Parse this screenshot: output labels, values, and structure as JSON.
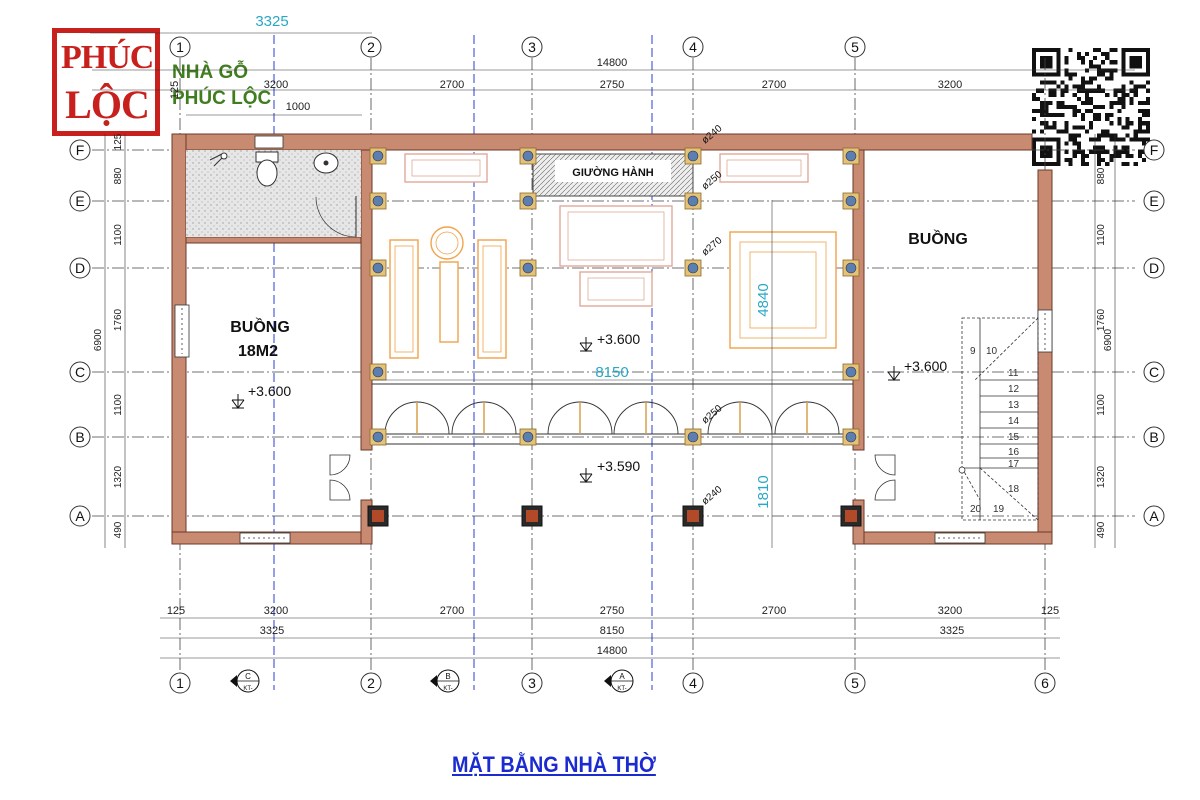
{
  "brand": {
    "logo_line1": "PHÚC",
    "logo_line2": "LỘC",
    "name_line1": "NHÀ GỖ",
    "name_line2": "PHÚC LỘC"
  },
  "title": "MẶT BẰNG NHÀ THỜ",
  "grid_cols": [
    "1",
    "2",
    "3",
    "4",
    "5",
    "6"
  ],
  "grid_rows": [
    "F",
    "E",
    "D",
    "C",
    "B",
    "A"
  ],
  "dims_top": {
    "d3325": "3325",
    "total": "14800",
    "spans": [
      "3200",
      "2700",
      "2750",
      "2700",
      "3200"
    ],
    "d125": "125",
    "d1000": "1000"
  },
  "dims_bottom": {
    "d125a": "125",
    "spans": [
      "3200",
      "2700",
      "2750",
      "2700",
      "3200"
    ],
    "d125b": "125",
    "sub_left": "3325",
    "sub_mid": "8150",
    "sub_right": "3325",
    "total": "14800"
  },
  "dims_side": {
    "total": "6900",
    "spans": [
      "880",
      "1100",
      "1760",
      "1100",
      "1320",
      "490"
    ],
    "top": "125"
  },
  "rooms": {
    "left": "BUỒNG",
    "left_area": "18M2",
    "right": "BUỒNG",
    "bed": "GIƯỜNG HÀNH"
  },
  "levels": {
    "l1": "+3.600",
    "l2": "+3.600",
    "l3": "+3.600",
    "l4": "+3.590"
  },
  "inner_dims": {
    "d4840": "4840",
    "d8150": "8150",
    "d1810": "1810"
  },
  "columns": {
    "d240a": "ø240",
    "d250a": "ø250",
    "d270": "ø270",
    "d250b": "ø250",
    "d240b": "ø240"
  },
  "stairs": [
    "9",
    "10",
    "11",
    "12",
    "13",
    "14",
    "15",
    "16",
    "17",
    "18",
    "19",
    "20"
  ],
  "sections": [
    {
      "letter": "C",
      "code": "KT-"
    },
    {
      "letter": "B",
      "code": "KT-"
    },
    {
      "letter": "A",
      "code": "KT-"
    }
  ],
  "colors": {
    "wall": "#c98a72",
    "grid_blue": "#2a3cd6",
    "dim_cyan": "#2aa7c7",
    "logo_red": "#c8201c",
    "brand_green": "#3f7d1f"
  }
}
